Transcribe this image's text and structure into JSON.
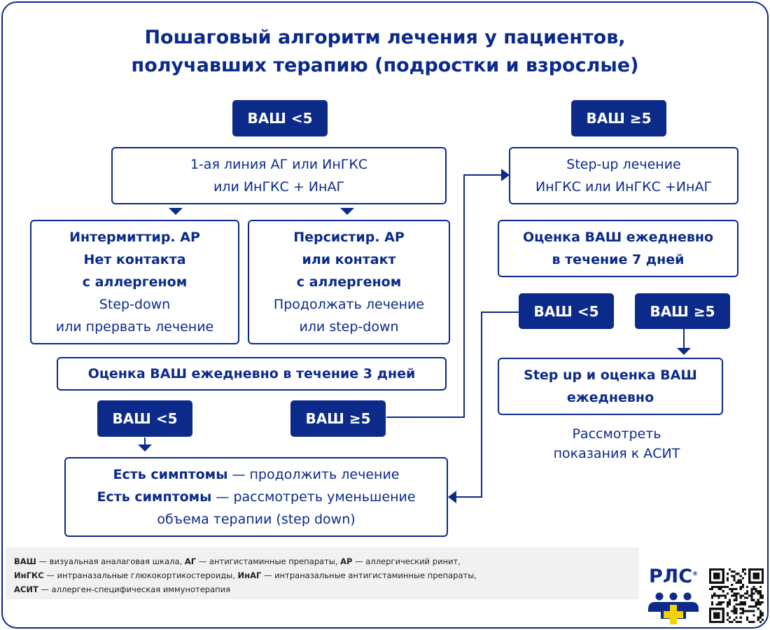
{
  "title": {
    "line1": "Пошаговый алгоритм лечения у пациентов,",
    "line2": "получавших терапию (подростки и взрослые)"
  },
  "nodes": {
    "vas_lt5_top": "ВАШ <5",
    "vas_ge5_top": "ВАШ ≥5",
    "first_line": [
      "1-ая линия АГ или  ИнГКС",
      "или ИнГКС + ИнАГ"
    ],
    "step_up": [
      "Step-up лечение",
      "ИнГКС или ИнГКС +ИнАГ"
    ],
    "intermittent": {
      "bold": [
        "Интермиттир. АР",
        "Нет контакта",
        "с аллергеном"
      ],
      "normal": [
        "Step-down",
        "или прервать лечение"
      ]
    },
    "persistent": {
      "bold": [
        "Персистир. АР",
        "или контакт",
        "с аллергеном"
      ],
      "normal": [
        "Продолжать лечение",
        "или step-down"
      ]
    },
    "assess_7days": [
      "Оценка ВАШ ежедневно",
      "в течение 7 дней"
    ],
    "vas_lt5_right": "ВАШ <5",
    "vas_ge5_right": "ВАШ ≥5",
    "assess_3days": "Оценка ВАШ ежедневно в течение 3 дней",
    "step_up_assess": [
      "Step up и оценка ВАШ",
      "ежедневно"
    ],
    "asit_note": [
      "Рассмотреть",
      "показания к АСИТ"
    ],
    "vas_lt5_bottom": "ВАШ <5",
    "vas_ge5_bottom": "ВАШ ≥5",
    "outcome": {
      "row1_bold": "Есть симптомы",
      "row1_rest": " — продолжить лечение",
      "row2_bold": "Есть симптомы",
      "row2_rest": " — рассмотреть уменьшение",
      "row3": "объема терапии (step down)"
    }
  },
  "legend": {
    "l1": [
      {
        "b": "ВАШ",
        "t": " — визуальная аналаговая шкала, "
      },
      {
        "b": "АГ",
        "t": " — антигистаминные препараты, "
      },
      {
        "b": "АР",
        "t": " — аллергический ринит,"
      }
    ],
    "l2": [
      {
        "b": "ИнГКС",
        "t": " — интраназальные глюкокортикостероиды,  "
      },
      {
        "b": "ИнАГ",
        "t": " — интраназальные антигистаминные препараты,"
      }
    ],
    "l3": [
      {
        "b": "АСИТ",
        "t": " — аллерген-специфическая иммунотерапия"
      }
    ]
  },
  "logo": {
    "text": "РЛС",
    "mark": "®"
  },
  "colors": {
    "primary": "#0b2a8a",
    "accent": "#f4d400",
    "legend_bg": "#f1f1f1"
  }
}
